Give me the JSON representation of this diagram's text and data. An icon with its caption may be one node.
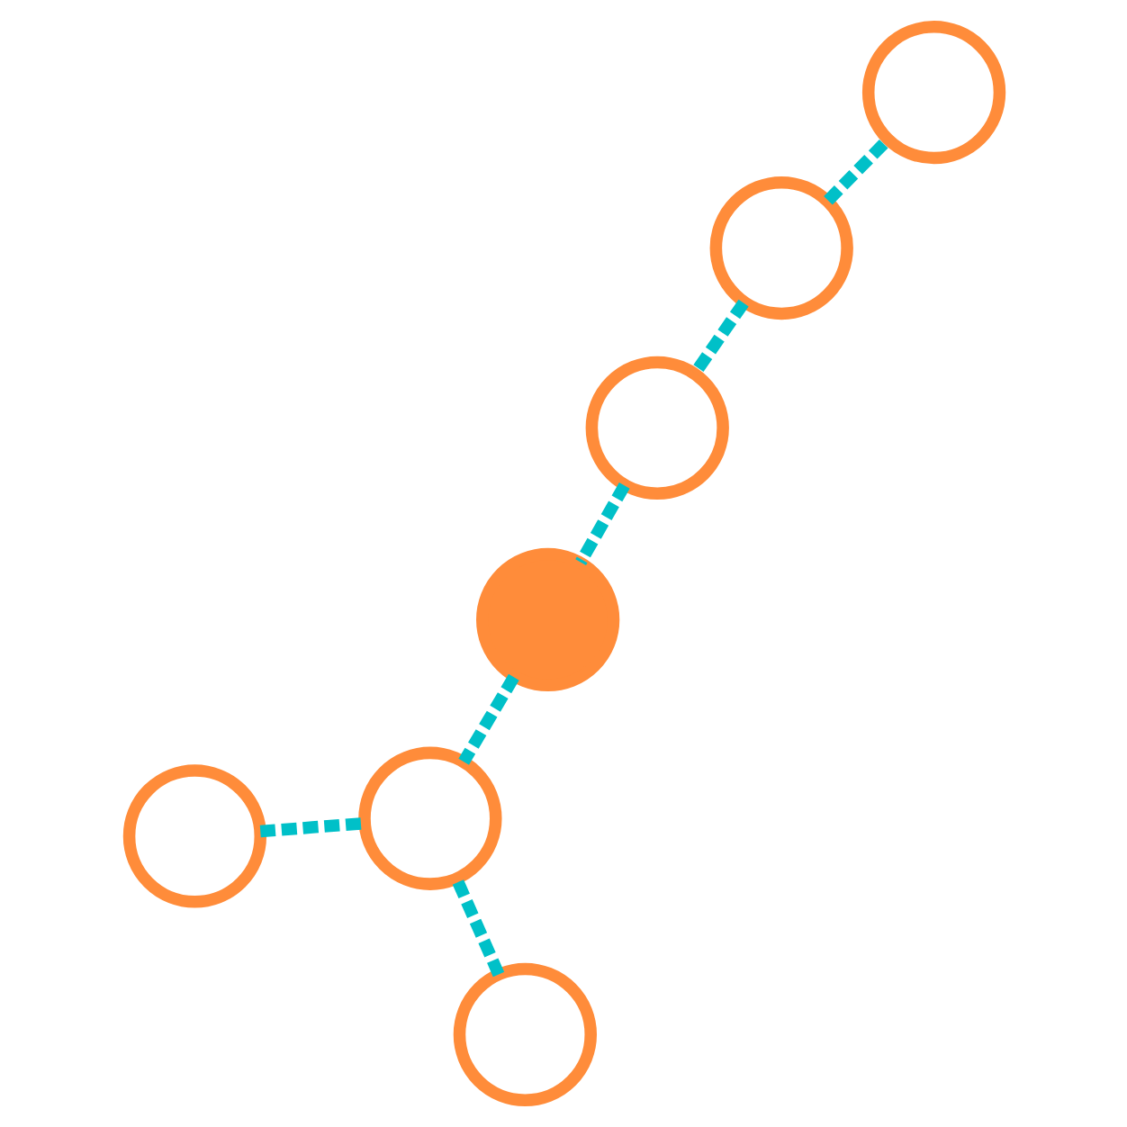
{
  "diagram": {
    "nodes": [
      {
        "text": [],
        "shape": "circle"
      },
      {
        "text": [],
        "shape": "circle"
      },
      {
        "text": [],
        "shape": "circle"
      },
      {
        "text": [],
        "shape": "circle"
      },
      {
        "text": [],
        "shape": "circle"
      },
      {
        "text": [],
        "shape": "circle"
      },
      {
        "text": [],
        "shape": "circle"
      }
    ],
    "edges": [
      {
        "from": 0,
        "to": 1,
        "arrow": "none",
        "style": "dashed"
      },
      {
        "from": 0,
        "to": 3,
        "arrow": "none",
        "style": "dashed"
      },
      {
        "from": 3,
        "to": 4,
        "arrow": "none",
        "style": "dashed"
      },
      {
        "from": 4,
        "to": 5,
        "arrow": "none",
        "style": "dashed"
      },
      {
        "from": 2,
        "to": 5,
        "arrow": "none",
        "style": "dashed"
      },
      {
        "from": 6,
        "to": 5,
        "arrow": "none",
        "style": "dashed"
      }
    ]
  }
}
